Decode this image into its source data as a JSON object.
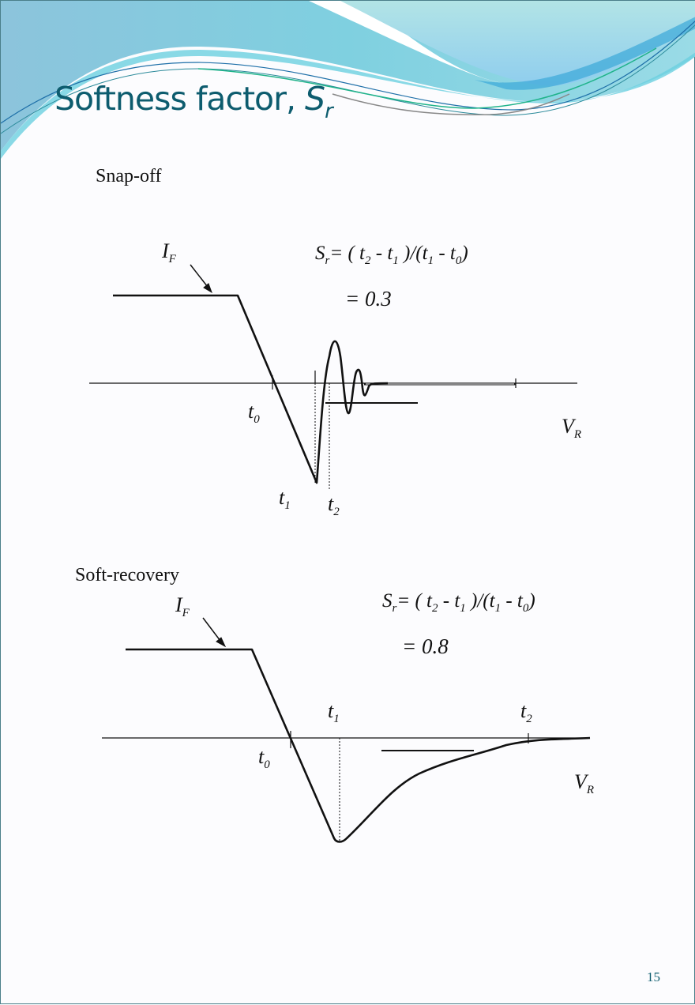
{
  "slide": {
    "title_main": "Softness factor, ",
    "title_symbol": "S",
    "title_subscript": "r",
    "page_number": "15",
    "colors": {
      "title": "#0d5c6e",
      "wave_light": "#a9dfe6",
      "wave_mid": "#7fd0e0",
      "wave_blue": "#4fb3e0",
      "line_green": "#1fb38a",
      "line_gray": "#888888"
    }
  },
  "snap_off": {
    "section_label": "Snap-off",
    "current_label": "I",
    "current_sub": "F",
    "formula": {
      "lhs": "S",
      "lhs_sub": "r",
      "eq": "= ( t",
      "t2_sub": "2",
      "mid1": " - t",
      "t1_sub_a": "1",
      "mid2": " )/(t",
      "t1_sub_b": "1",
      "mid3": " - t",
      "t0_sub": "0",
      "end": ")"
    },
    "result": "= 0.3",
    "t0_label": "t",
    "t0_sub": "0",
    "t1_label": "t",
    "t1_sub": "1",
    "t2_label": "t",
    "t2_sub": "2",
    "voltage_label": "V",
    "voltage_sub": "R"
  },
  "soft_recovery": {
    "section_label": "Soft-recovery",
    "current_label": "I",
    "current_sub": "F",
    "formula": {
      "lhs": "S",
      "lhs_sub": "r",
      "eq": "= ( t",
      "t2_sub": "2",
      "mid1": " - t",
      "t1_sub_a": "1",
      "mid2": " )/(t",
      "t1_sub_b": "1",
      "mid3": " - t",
      "t0_sub": "0",
      "end": ")"
    },
    "result": "= 0.8",
    "t0_label": "t",
    "t0_sub": "0",
    "t1_label": "t",
    "t1_sub": "1",
    "t2_label": "t",
    "t2_sub": "2",
    "voltage_label": "V",
    "voltage_sub": "R"
  }
}
